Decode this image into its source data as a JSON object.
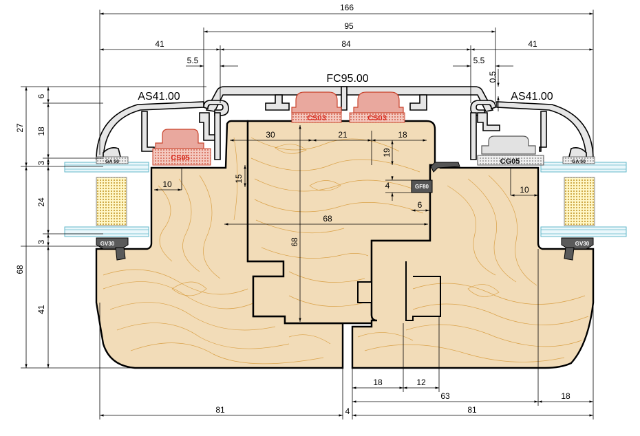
{
  "labels": {
    "center_profile": "FC95.00",
    "left_profile": "AS41.00",
    "right_profile": "AS41.00"
  },
  "gaskets": {
    "left_inner": "CS05",
    "center_left": "CS03",
    "center_right": "CS03",
    "right_inner": "CG05",
    "left_top_small": "GA 50",
    "right_top_small": "GA 50",
    "left_bottom": "GV30",
    "right_bottom": "GV30",
    "center_small": "GF80"
  },
  "dimensions": {
    "top_overall": "166",
    "top_center": "95",
    "top_left": "41",
    "top_mid": "84",
    "top_right": "41",
    "small_left": "5.5",
    "small_right": "5.5",
    "small_gap": "0.5",
    "left_6": "6",
    "left_27": "27",
    "left_18": "18",
    "left_3a": "3",
    "left_24": "24",
    "left_3b": "3",
    "left_68": "68",
    "left_41": "41",
    "inner_30": "30",
    "inner_21": "21",
    "inner_18": "18",
    "inner_19": "19",
    "inner_15": "15",
    "inner_4": "4",
    "inner_6": "6",
    "inner_10_left": "10",
    "inner_10_right": "10",
    "inner_68_h": "68",
    "inner_68_v": "68",
    "bottom_18": "18",
    "bottom_12": "12",
    "bottom_63": "63",
    "bottom_18_right": "18",
    "bottom_81_left": "81",
    "bottom_4": "4",
    "bottom_81_right": "81"
  }
}
